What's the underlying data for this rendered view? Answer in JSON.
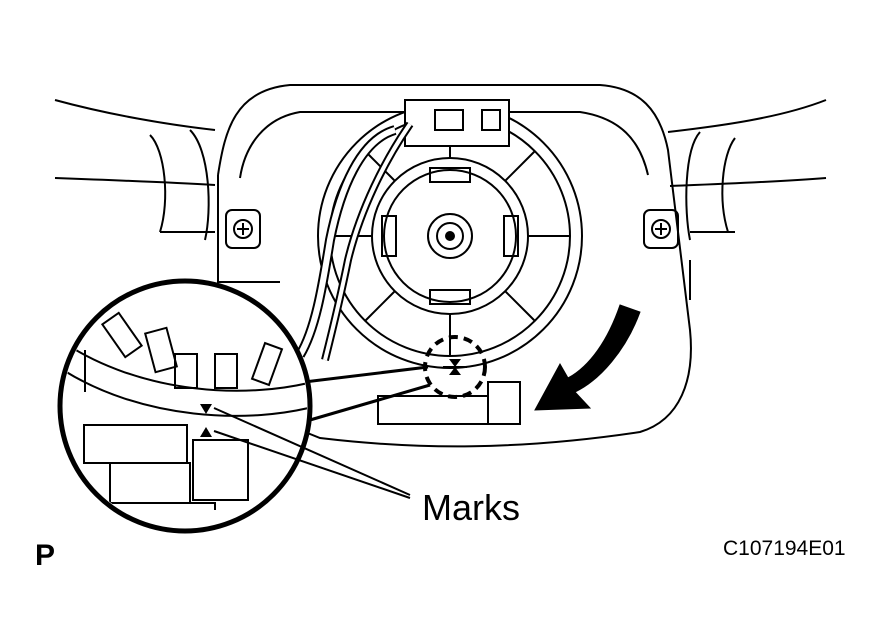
{
  "diagram": {
    "callout_label": "Marks",
    "figure_code": "C107194E01",
    "view_marker": "P",
    "colors": {
      "line": "#000000",
      "background": "#ffffff"
    },
    "icons": [
      "rotation-arrow-icon",
      "mark-triangle-icon",
      "screw-icon"
    ]
  }
}
